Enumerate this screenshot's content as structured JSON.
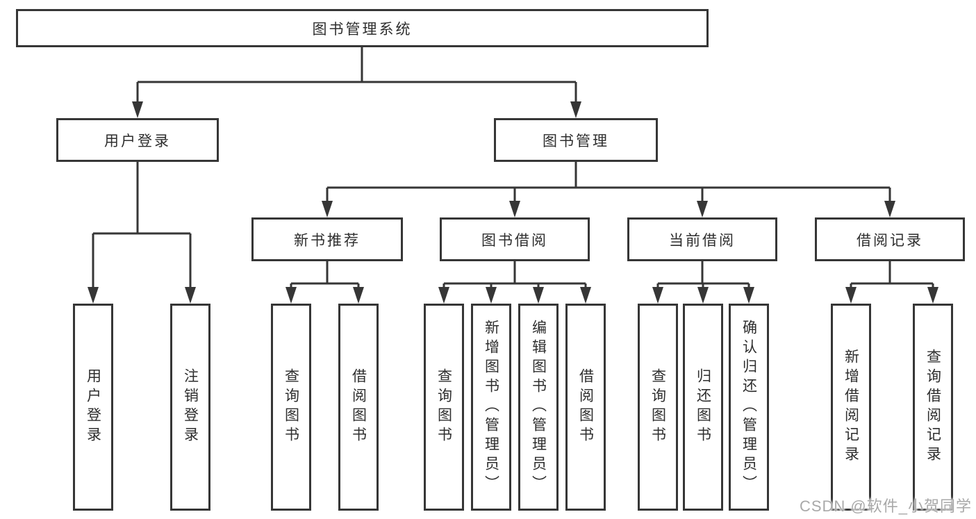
{
  "colors": {
    "line": "#363636",
    "text": "#2e2e2e",
    "watermark": "#a9a9a9",
    "background": "#ffffff"
  },
  "tree": {
    "root": {
      "label": "图书管理系统"
    },
    "branches": [
      {
        "label": "用户登录",
        "children": [
          {
            "label": "用户登录"
          },
          {
            "label": "注销登录"
          }
        ]
      },
      {
        "label": "图书管理",
        "children": [
          {
            "label": "新书推荐",
            "children": [
              {
                "label": "查询图书"
              },
              {
                "label": "借阅图书"
              }
            ]
          },
          {
            "label": "图书借阅",
            "children": [
              {
                "label": "查询图书"
              },
              {
                "label": "新增图书（管理员）"
              },
              {
                "label": "编辑图书（管理员）"
              },
              {
                "label": "借阅图书"
              }
            ]
          },
          {
            "label": "当前借阅",
            "children": [
              {
                "label": "查询图书"
              },
              {
                "label": "归还图书"
              },
              {
                "label": "确认归还（管理员）"
              }
            ]
          },
          {
            "label": "借阅记录",
            "children": [
              {
                "label": "新增借阅记录"
              },
              {
                "label": "查询借阅记录"
              }
            ]
          }
        ]
      }
    ]
  },
  "watermark": {
    "text": "CSDN @软件_小贺同学"
  }
}
